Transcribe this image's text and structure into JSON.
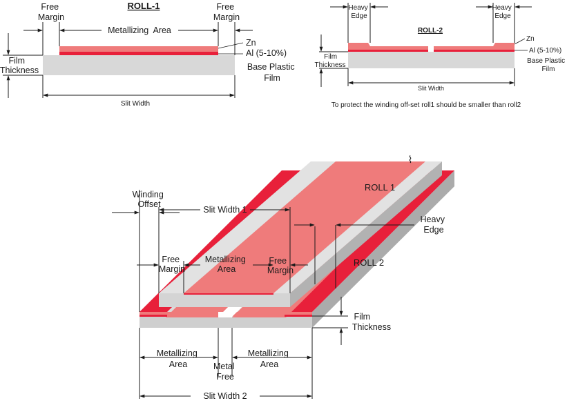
{
  "colors": {
    "metal": "#ef7b7b",
    "al": "#e8203a",
    "film_top": "#dcdcdc",
    "film_front": "#cfcfcf",
    "film_side": "#a9a9a9",
    "line": "#1a1a1a"
  },
  "roll1": {
    "title": "ROLL-1",
    "free_margin_left": [
      "Free",
      "Margin"
    ],
    "free_margin_right": [
      "Free",
      "Margin"
    ],
    "metallizing_area": "Metallizing  Area",
    "zn": "Zn",
    "al": "Al (5-10%)",
    "film_thickness": [
      "Film",
      "Thickness"
    ],
    "base_film": [
      "Base Plastic",
      "Film"
    ],
    "slit_width": "Slit Width"
  },
  "roll2": {
    "title": "ROLL-2",
    "heavy_edge_left": [
      "Heavy",
      "Edge"
    ],
    "heavy_edge_right": [
      "Heavy",
      "Edge"
    ],
    "zn": "Zn",
    "al": "Al (5-10%)",
    "film_thickness": [
      "Film",
      "Thickness"
    ],
    "base_film": [
      "Base Plastic",
      "Film"
    ],
    "slit_width": "Slit Width",
    "note": "To protect the winding off-set roll1 should be smaller than roll2"
  },
  "iso": {
    "roll1_label": "ROLL 1",
    "roll2_label": "ROLL 2",
    "winding_offset": [
      "Winding",
      "Offset"
    ],
    "slit_width_1": "Slit Width 1",
    "heavy_edge": [
      "Heavy",
      "Edge"
    ],
    "free_margin_left": [
      "Free",
      "Margin"
    ],
    "metallizing_top": [
      "Metallizing",
      "Area"
    ],
    "free_margin_right": [
      "Free",
      "Margin"
    ],
    "film_thickness": [
      "Film",
      "Thickness"
    ],
    "metallizing_left": [
      "Metallizing",
      "Area"
    ],
    "metal_free": [
      "Metal",
      "Free"
    ],
    "metallizing_right": [
      "Metallizing",
      "Area"
    ],
    "slit_width_2": "Slit Width 2"
  }
}
